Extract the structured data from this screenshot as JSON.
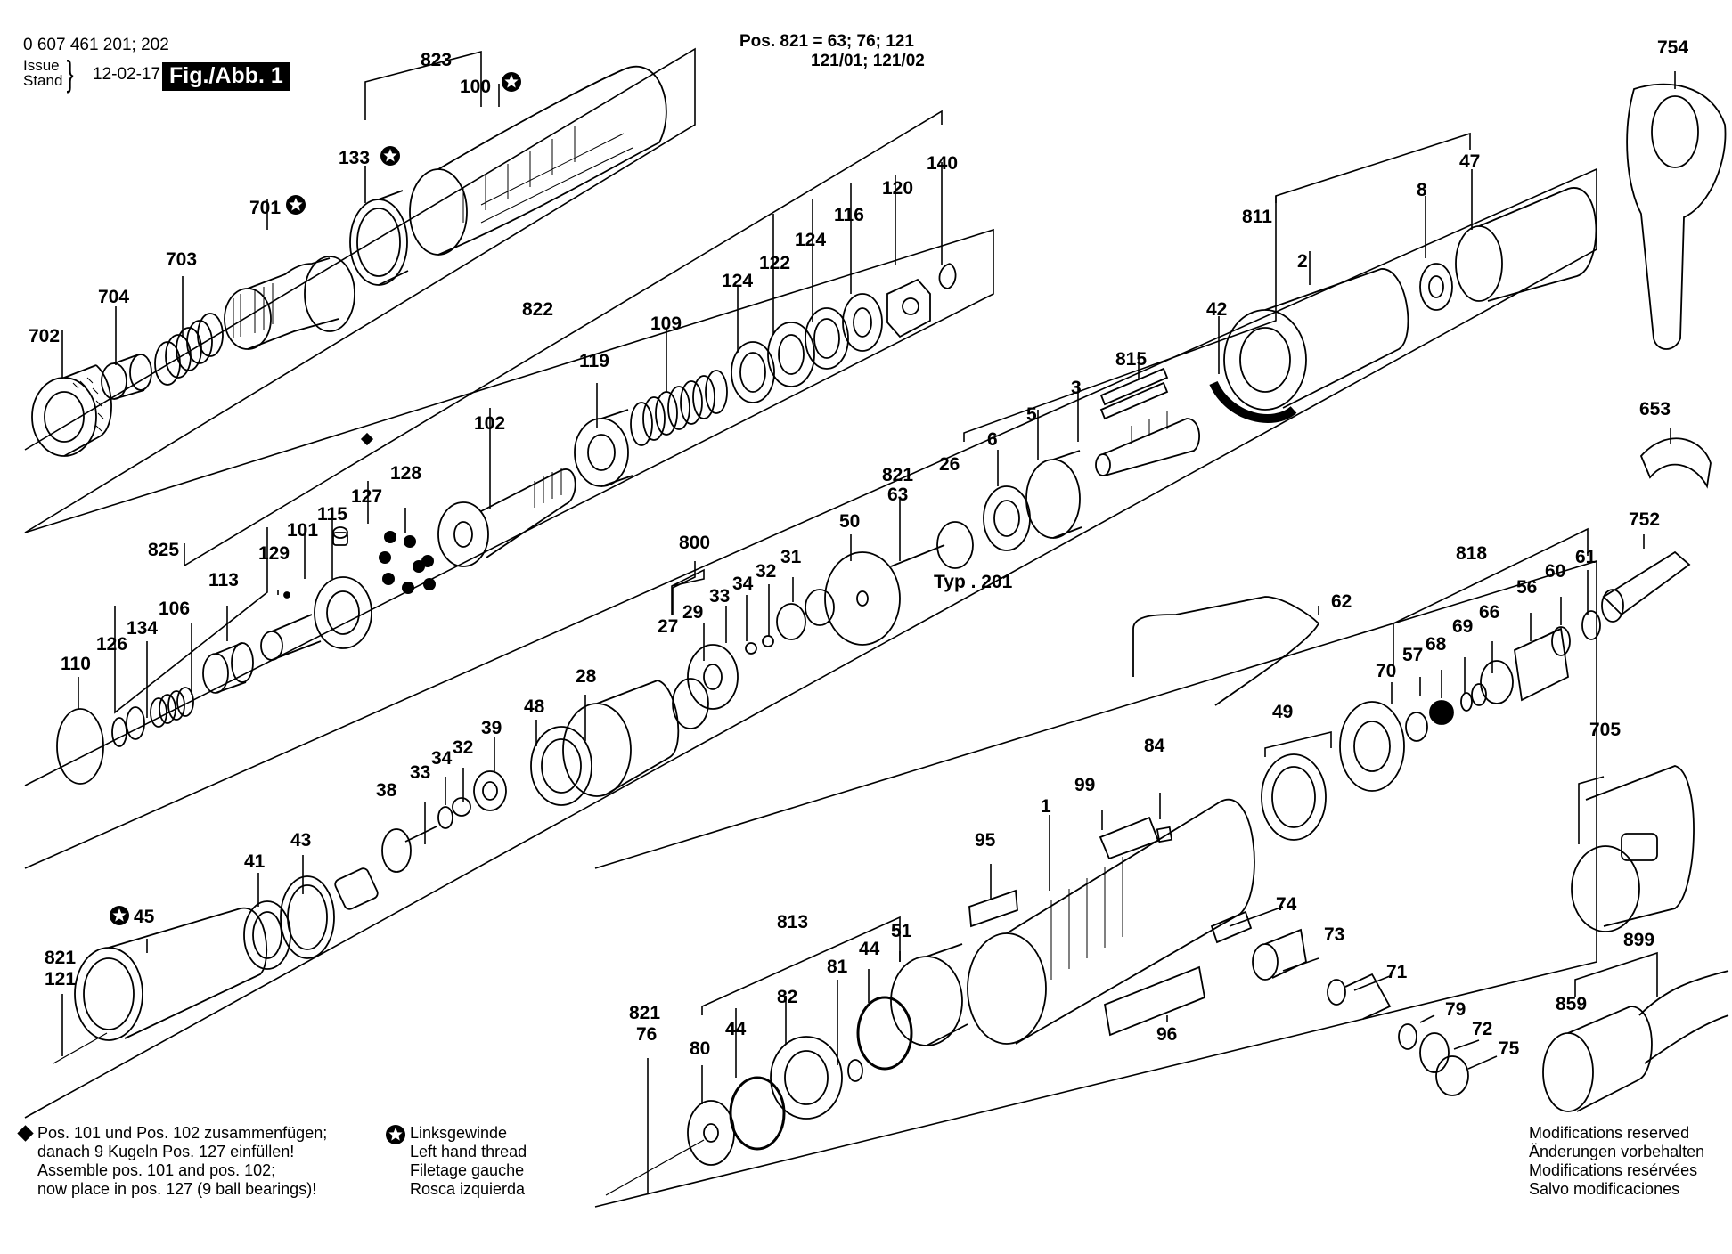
{
  "header": {
    "doc_number": "0 607 461 201; 202",
    "issue_label": "Issue",
    "stand_label": "Stand",
    "issue_date": "12-02-17",
    "figure_label": "Fig./Abb. 1",
    "pos_note_line1": "Pos. 821 = 63; 76; 121",
    "pos_note_line2": "121/01; 121/02"
  },
  "type_label": "Typ . 201",
  "notes": {
    "assembly": [
      "Pos. 101 und Pos. 102 zusammenfügen;",
      "danach 9 Kugeln Pos. 127 einfüllen!",
      "Assemble pos. 101 and pos. 102;",
      "now place in pos. 127 (9 ball bearings)!"
    ],
    "left_hand": [
      "Linksgewinde",
      "Left hand thread",
      "Filetage gauche",
      "Rosca izquierda"
    ],
    "modifications": [
      "Modifications reserved",
      "Änderungen vorbehalten",
      "Modifications resérvées",
      "Salvo modificaciones"
    ]
  },
  "legend_icons": {
    "left_hand_thread": "star-circle-icon",
    "assembly_note": "diamond-icon"
  },
  "part_labels": [
    {
      "id": "823",
      "text": "823"
    },
    {
      "id": "100",
      "text": "100"
    },
    {
      "id": "133",
      "text": "133"
    },
    {
      "id": "701",
      "text": "701"
    },
    {
      "id": "703",
      "text": "703"
    },
    {
      "id": "704",
      "text": "704"
    },
    {
      "id": "702",
      "text": "702"
    },
    {
      "id": "140",
      "text": "140"
    },
    {
      "id": "120",
      "text": "120"
    },
    {
      "id": "116",
      "text": "116"
    },
    {
      "id": "124a",
      "text": "124"
    },
    {
      "id": "122",
      "text": "122"
    },
    {
      "id": "124b",
      "text": "124"
    },
    {
      "id": "109",
      "text": "109"
    },
    {
      "id": "822",
      "text": "822"
    },
    {
      "id": "119",
      "text": "119"
    },
    {
      "id": "102",
      "text": "102"
    },
    {
      "id": "128",
      "text": "128"
    },
    {
      "id": "127",
      "text": "127"
    },
    {
      "id": "115",
      "text": "115"
    },
    {
      "id": "101",
      "text": "101"
    },
    {
      "id": "825",
      "text": "825"
    },
    {
      "id": "129",
      "text": "129"
    },
    {
      "id": "113",
      "text": "113"
    },
    {
      "id": "106",
      "text": "106"
    },
    {
      "id": "134",
      "text": "134"
    },
    {
      "id": "126",
      "text": "126"
    },
    {
      "id": "110",
      "text": "110"
    },
    {
      "id": "811",
      "text": "811"
    },
    {
      "id": "47",
      "text": "47"
    },
    {
      "id": "8",
      "text": "8"
    },
    {
      "id": "2",
      "text": "2"
    },
    {
      "id": "42",
      "text": "42"
    },
    {
      "id": "815",
      "text": "815"
    },
    {
      "id": "3",
      "text": "3"
    },
    {
      "id": "5",
      "text": "5"
    },
    {
      "id": "6",
      "text": "6"
    },
    {
      "id": "26",
      "text": "26"
    },
    {
      "id": "821a",
      "text": "821"
    },
    {
      "id": "63",
      "text": "63"
    },
    {
      "id": "50",
      "text": "50"
    },
    {
      "id": "800",
      "text": "800"
    },
    {
      "id": "31",
      "text": "31"
    },
    {
      "id": "32a",
      "text": "32"
    },
    {
      "id": "34a",
      "text": "34"
    },
    {
      "id": "33a",
      "text": "33"
    },
    {
      "id": "29",
      "text": "29"
    },
    {
      "id": "27",
      "text": "27"
    },
    {
      "id": "28",
      "text": "28"
    },
    {
      "id": "48",
      "text": "48"
    },
    {
      "id": "39",
      "text": "39"
    },
    {
      "id": "32b",
      "text": "32"
    },
    {
      "id": "34b",
      "text": "34"
    },
    {
      "id": "33b",
      "text": "33"
    },
    {
      "id": "38",
      "text": "38"
    },
    {
      "id": "43",
      "text": "43"
    },
    {
      "id": "41",
      "text": "41"
    },
    {
      "id": "45",
      "text": "45"
    },
    {
      "id": "821b",
      "text": "821"
    },
    {
      "id": "121",
      "text": "121"
    },
    {
      "id": "754",
      "text": "754"
    },
    {
      "id": "653",
      "text": "653"
    },
    {
      "id": "752",
      "text": "752"
    },
    {
      "id": "818",
      "text": "818"
    },
    {
      "id": "61",
      "text": "61"
    },
    {
      "id": "60",
      "text": "60"
    },
    {
      "id": "56",
      "text": "56"
    },
    {
      "id": "66",
      "text": "66"
    },
    {
      "id": "69",
      "text": "69"
    },
    {
      "id": "68",
      "text": "68"
    },
    {
      "id": "57",
      "text": "57"
    },
    {
      "id": "70",
      "text": "70"
    },
    {
      "id": "62",
      "text": "62"
    },
    {
      "id": "49",
      "text": "49"
    },
    {
      "id": "84",
      "text": "84"
    },
    {
      "id": "99",
      "text": "99"
    },
    {
      "id": "1",
      "text": "1"
    },
    {
      "id": "95",
      "text": "95"
    },
    {
      "id": "74",
      "text": "74"
    },
    {
      "id": "73",
      "text": "73"
    },
    {
      "id": "71",
      "text": "71"
    },
    {
      "id": "79",
      "text": "79"
    },
    {
      "id": "72",
      "text": "72"
    },
    {
      "id": "75",
      "text": "75"
    },
    {
      "id": "96",
      "text": "96"
    },
    {
      "id": "705",
      "text": "705"
    },
    {
      "id": "899",
      "text": "899"
    },
    {
      "id": "859",
      "text": "859"
    },
    {
      "id": "813",
      "text": "813"
    },
    {
      "id": "51",
      "text": "51"
    },
    {
      "id": "44a",
      "text": "44"
    },
    {
      "id": "81",
      "text": "81"
    },
    {
      "id": "82",
      "text": "82"
    },
    {
      "id": "44b",
      "text": "44"
    },
    {
      "id": "80",
      "text": "80"
    },
    {
      "id": "821c",
      "text": "821"
    },
    {
      "id": "76",
      "text": "76"
    }
  ]
}
